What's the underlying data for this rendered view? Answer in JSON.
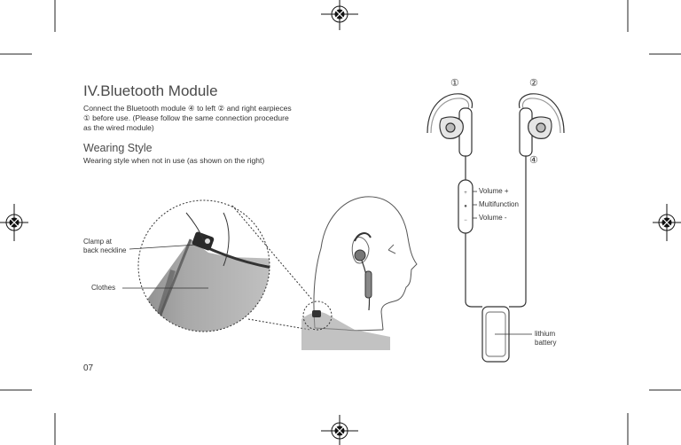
{
  "section_title": "IV.Bluetooth Module",
  "intro": {
    "line1": "Connect the Bluetooth module ④ to left ② and right earpieces",
    "line2": "① before use. (Please follow the same connection procedure",
    "line3": "as the wired module)"
  },
  "wearing": {
    "heading": "Wearing Style",
    "text": "Wearing style when not in use (as shown on the right)"
  },
  "callouts": {
    "clamp_line1": "Clamp at",
    "clamp_line2": "back neckline",
    "clothes": "Clothes"
  },
  "module_labels": {
    "earpiece_right": "①",
    "earpiece_left": "②",
    "module": "④",
    "volume_up": "Volume +",
    "multifunction": "Multifunction",
    "volume_down": "Volume -",
    "battery_line1": "lithium",
    "battery_line2": "battery"
  },
  "page_number": "07"
}
